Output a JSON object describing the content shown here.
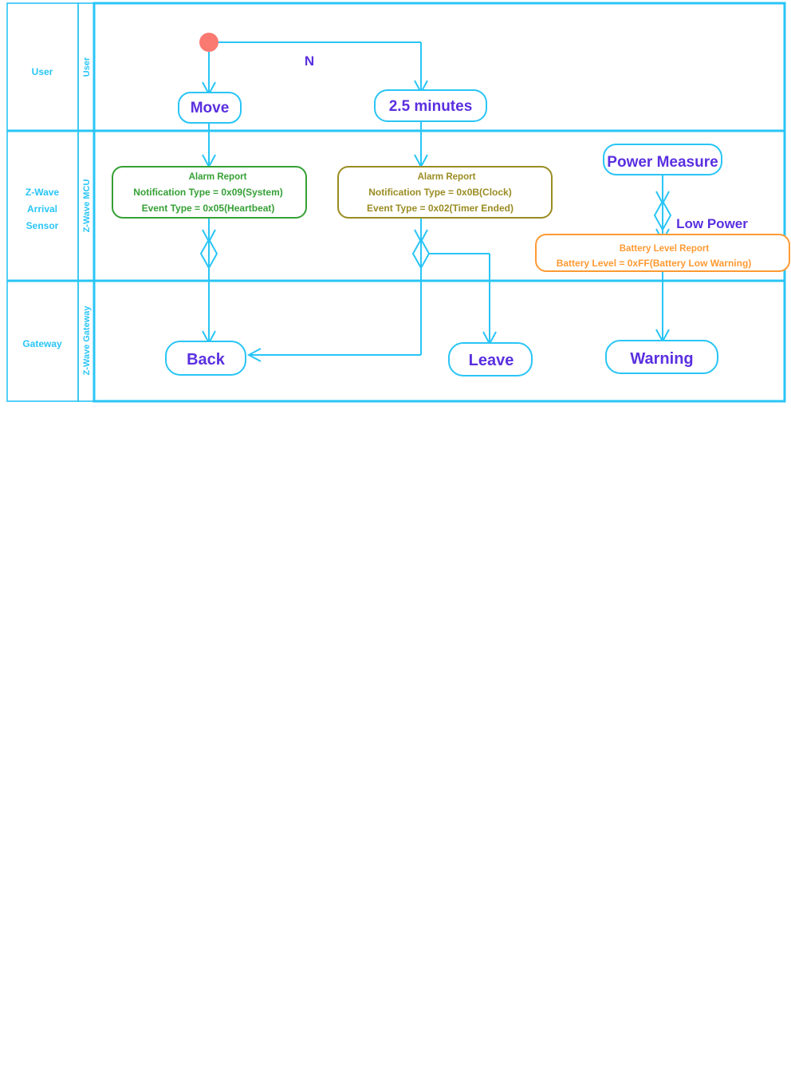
{
  "diagram": {
    "type": "uml-activity-swimlane",
    "frame_color": "#29C5F6",
    "accent_text_color": "#5A2FE0",
    "lane_label_color": "#29C5F6",
    "start_node_color": "#FA7A72"
  },
  "lanes": [
    {
      "id": "user",
      "title": "User",
      "subtitle": "User"
    },
    {
      "id": "mcu",
      "title_lines": [
        "Z-Wave",
        "Arrival",
        "Sensor"
      ],
      "title": "Z-Wave Arrival Sensor",
      "subtitle": "Z-Wave MCU"
    },
    {
      "id": "gateway",
      "title": "Gateway",
      "subtitle": "Z-Wave Gateway"
    }
  ],
  "nodes": {
    "start": {
      "name": "start-node",
      "label": ""
    },
    "move": {
      "label": "Move",
      "color": "#29C5F6"
    },
    "timer": {
      "label": "2.5 minutes",
      "color": "#29C5F6"
    },
    "power_measure": {
      "label": "Power Measure",
      "color": "#29C5F6"
    },
    "back": {
      "label": "Back",
      "color": "#29C5F6"
    },
    "leave": {
      "label": "Leave",
      "color": "#29C5F6"
    },
    "warning": {
      "label": "Warning",
      "color": "#29C5F6"
    }
  },
  "messages": {
    "heartbeat": {
      "color": "#35A035",
      "lines": [
        "Alarm Report",
        "Notification Type = 0x09(System)",
        "Event Type = 0x05(Heartbeat)"
      ]
    },
    "timer_ended": {
      "color": "#9A8C22",
      "lines": [
        "Alarm Report",
        "Notification Type = 0x0B(Clock)",
        "Event Type = 0x02(Timer Ended)"
      ]
    },
    "battery": {
      "color": "#FF9A33",
      "lines": [
        "Battery Level Report",
        "Battery Level = 0xFF(Battery Low Warning)"
      ]
    }
  },
  "guards": {
    "n": "N",
    "low_power": "Low Power"
  }
}
